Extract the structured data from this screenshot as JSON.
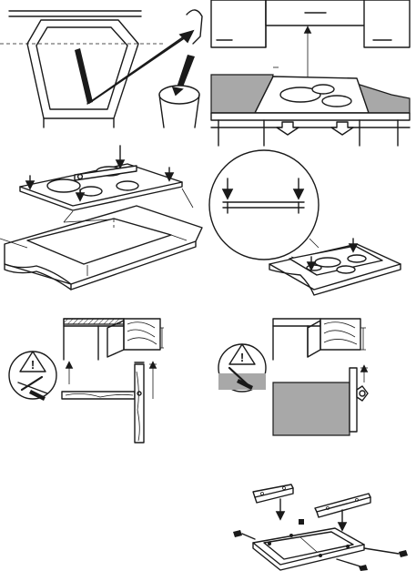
{
  "page": {
    "panels": [
      {
        "id": "panel-1",
        "content": "worktop-cutout-and-disposal"
      },
      {
        "id": "panel-2",
        "content": "hob-under-extractor"
      },
      {
        "id": "panel-3",
        "content": "seal-and-fit-hob"
      },
      {
        "id": "panel-4",
        "content": "clamp-detail-magnified"
      },
      {
        "id": "panel-5",
        "content": "drawer-clearance-warning"
      },
      {
        "id": "panel-6",
        "content": "oven-clearance-warning"
      },
      {
        "id": "panel-7",
        "content": "mounting-brackets-fitting"
      }
    ]
  },
  "icons": {
    "warning": "warning-triangle-icon",
    "no-touch": "crossed-hand-icon"
  },
  "colors": {
    "line": "#1a1a1a",
    "worktop": "#a8a8a8",
    "oven": "#a8a8a8",
    "background": "#ffffff"
  },
  "symbols": {
    "warning_glyph": "!"
  }
}
